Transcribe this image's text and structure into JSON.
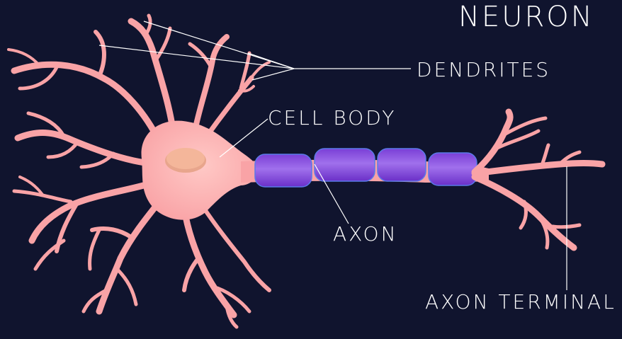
{
  "diagram": {
    "title": "NEURON",
    "labels": {
      "dendrites": "DENDRITES",
      "cell_body": "CELL BODY",
      "axon": "AXON",
      "axon_terminal": "AXON TERMINAL"
    }
  },
  "colors": {
    "background": "#10142e",
    "neuron": "#f9a3a6",
    "myelin": "#8b4fe0",
    "nucleus": "#f4b69a"
  }
}
